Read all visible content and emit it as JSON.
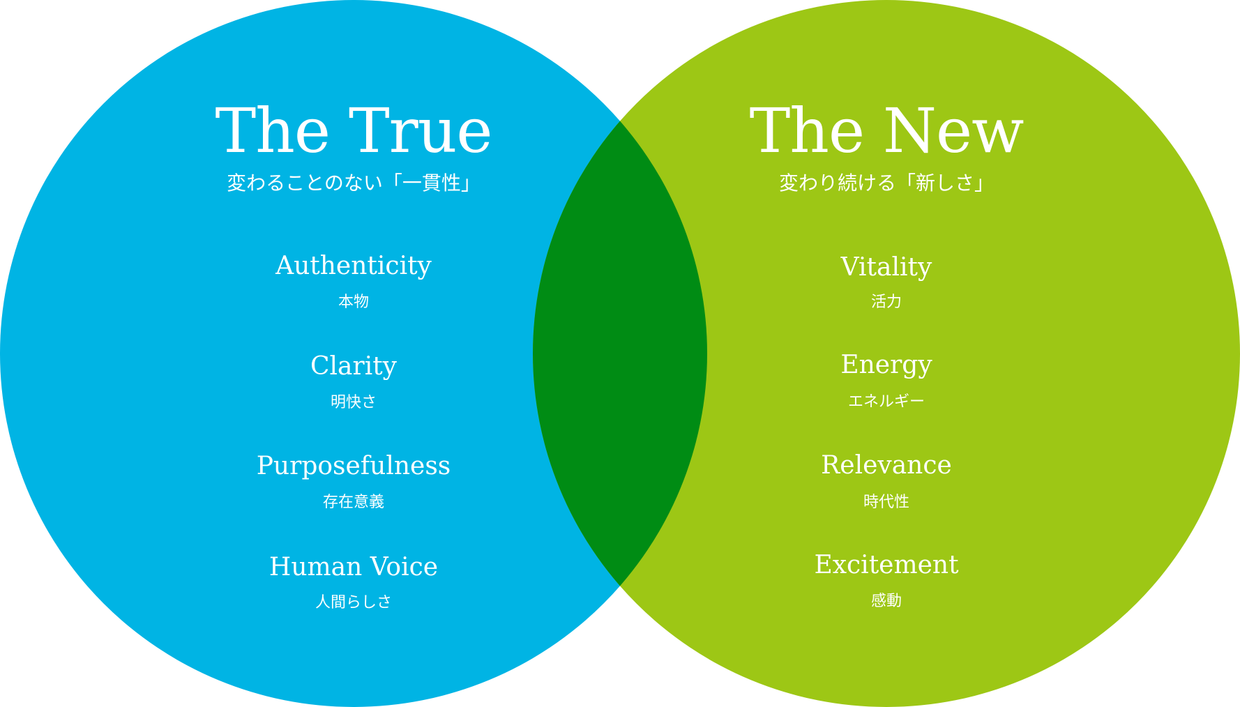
{
  "colors": {
    "left_circle": "#00b4e4",
    "right_circle": "#9dc715",
    "overlap": "#008c14",
    "text": "#ffffff",
    "background": "#ffffff"
  },
  "left": {
    "title": "The True",
    "subtitle": "変わることのない「一貫性」",
    "items": [
      {
        "en": "Authenticity",
        "ja": "本物"
      },
      {
        "en": "Clarity",
        "ja": "明快さ"
      },
      {
        "en": "Purposefulness",
        "ja": "存在意義"
      },
      {
        "en": "Human Voice",
        "ja": "人間らしさ"
      }
    ]
  },
  "right": {
    "title": "The New",
    "subtitle": "変わり続ける「新しさ」",
    "items": [
      {
        "en": "Vitality",
        "ja": "活力"
      },
      {
        "en": "Energy",
        "ja": "エネルギー"
      },
      {
        "en": "Relevance",
        "ja": "時代性"
      },
      {
        "en": "Excitement",
        "ja": "感動"
      }
    ]
  }
}
